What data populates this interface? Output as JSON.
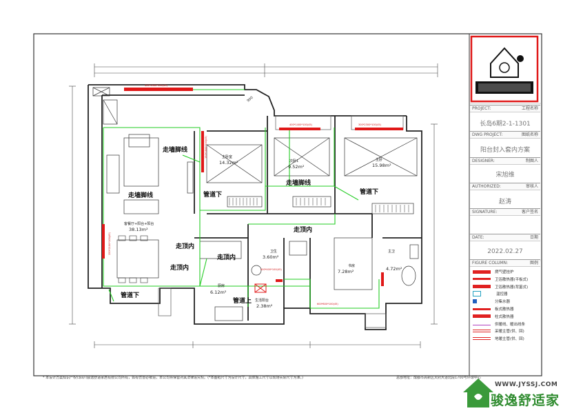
{
  "title_block": {
    "project_label": "PROJECT:",
    "project_label_cn": "工程名称",
    "project_value": "长岛6期2-1-1301",
    "dwg_project_label": "DWG PROJECT:",
    "dwg_project_label_cn": "图纸名称",
    "dwg_project_value": "阳台封入套内方案",
    "designer_label": "DESIGNER:",
    "designer_label_cn": "制图人",
    "designer_value": "宋旭维",
    "authorized_label": "AUTHORIZED:",
    "authorized_label_cn": "审核人",
    "authorized_value": "赵涛",
    "signature_label": "SIGNATURE:",
    "signature_label_cn": "客户签名",
    "date_label": "DATE:",
    "date_label_cn": "日期",
    "date_value": "2022.02.27",
    "figure_column_label": "FIGURE COLUMN:",
    "figure_column_label_cn": "图例"
  },
  "legend": [
    {
      "label": "燃气壁挂炉",
      "color": "#e02020"
    },
    {
      "label": "卫浴散热器(平板式)",
      "color": "#e02020"
    },
    {
      "label": "卫浴散热器(背篓式)",
      "color": "#e02020"
    },
    {
      "label": "温控器",
      "color": "#20a0c0"
    },
    {
      "label": "分集水器",
      "color": "#2060c0"
    },
    {
      "label": "板式散热器",
      "color": "#e02020"
    },
    {
      "label": "柱式散热器",
      "color": "#e02020"
    },
    {
      "label": "供暖线、暖出线条",
      "color": "#b040c0"
    },
    {
      "label": "采暖主管(供、回)",
      "color": "#e02020"
    },
    {
      "label": "地暖主管(供、回)",
      "color": "#e02020"
    }
  ],
  "plan": {
    "rooms": [
      {
        "name": "客餐厅+阳台+阳台",
        "area": "38.13m²"
      },
      {
        "name": "主卧室",
        "area": "14.32m²"
      },
      {
        "name": "次卧1",
        "area": "9.52m²"
      },
      {
        "name": "主卧",
        "area": "15.98m²"
      },
      {
        "name": "卫生",
        "area": "3.60m²"
      },
      {
        "name": "书房",
        "area": "7.28m²"
      },
      {
        "name": "主卫",
        "area": "4.72m²"
      },
      {
        "name": "厨房",
        "area": "6.12m²"
      },
      {
        "name": "生活阳台",
        "area": "2.38m²"
      }
    ],
    "pipe_labels": [
      "走墙脚线",
      "走墙脚线",
      "走墙脚线",
      "管道下",
      "管道下",
      "走顶内",
      "走顶内",
      "走顶内",
      "走顶内",
      "管道下",
      "管道上"
    ],
    "dim_top": "900",
    "pipe_tags": [
      "400*2500*100(45)",
      "400*1400*100(45)",
      "300*2300*100(45)",
      "150*1800*100(45)",
      "150*2100*100(45)",
      "400*400*100(45)",
      "600*800*100(45)"
    ]
  },
  "footer": {
    "left_note": "* 本设计方案知识产权归四川骏逸舒适家居有限公司所有，如有仿冒必被追，本公司将保留对其法律追究权。(*本图纸尺寸为设计尺寸，具体施工尺寸以现场实际尺寸为准。)",
    "right_note": "总部地址：成都市高新区天府大道北段1700号环球中心"
  },
  "brand": {
    "url": "WWW.JYSSJ.COM",
    "name": "骏逸舒适家"
  }
}
